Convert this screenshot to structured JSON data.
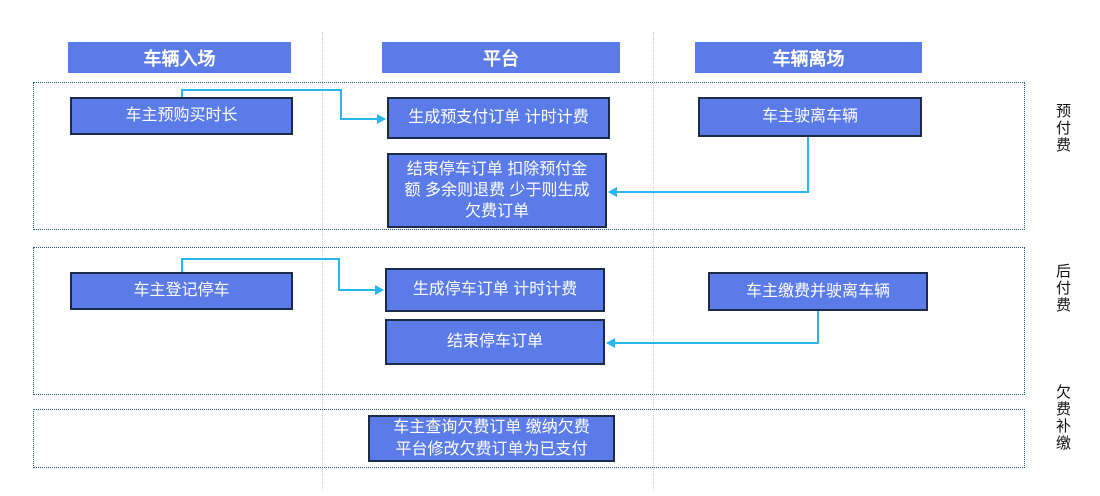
{
  "diagram": {
    "title_implicit": "",
    "columns": [
      {
        "label": "车辆入场"
      },
      {
        "label": "平台"
      },
      {
        "label": "车辆离场"
      }
    ],
    "lanes": [
      {
        "label": "预付费"
      },
      {
        "label": "后付费"
      },
      {
        "label": "欠费补缴"
      }
    ],
    "nodes": {
      "prepay_buy": "车主预购买时长",
      "prepay_generate": "生成预支付订单 计时计费",
      "prepay_settle": "结束停车订单 扣除预付金额 多余则退费 少于则生成欠费订单",
      "prepay_leave": "车主驶离车辆",
      "postpay_register": "车主登记停车",
      "postpay_generate": "生成停车订单 计时计费",
      "postpay_end": "结束停车订单",
      "postpay_leave": "车主缴费并驶离车辆",
      "arrears_pay": "车主查询欠费订单 缴纳欠费 平台修改欠费订单为已支付"
    },
    "colors": {
      "node_fill": "#5b7ce8",
      "node_border": "#1c2b4a",
      "header_fill": "#5b7ce8",
      "arrow": "#27b7ee",
      "lane_border": "#1d5c66",
      "column_divider": "#c9c9c9",
      "node_text": "#ffffff",
      "lane_label_text": "#111111"
    }
  }
}
